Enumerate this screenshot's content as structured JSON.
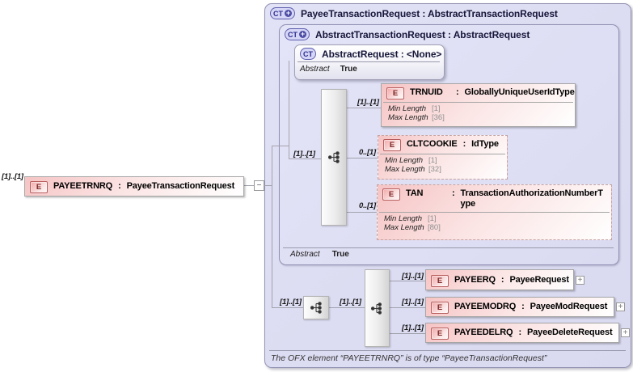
{
  "ui": {
    "colon": ":",
    "collapse": "−",
    "expand": "+"
  },
  "left_element": {
    "cardinality": "[1]..[1]",
    "badge": "E",
    "name": "PAYEETRNRQ",
    "type": "PayeeTransactionRequest"
  },
  "outer_type": {
    "badge": "CT",
    "title": "PayeeTransactionRequest : AbstractTransactionRequest",
    "footer": "The OFX element “PAYEETRNRQ” is of type “PayeeTransactionRequest”"
  },
  "middle_type": {
    "badge": "CT",
    "title": "AbstractTransactionRequest : AbstractRequest",
    "abstract_label": "Abstract",
    "abstract_value": "True"
  },
  "base_type": {
    "badge": "CT",
    "title": "AbstractRequest : <None>",
    "abstract_label": "Abstract",
    "abstract_value": "True"
  },
  "sequence": {
    "in_cardinality": "[1]..[1]",
    "elements": [
      {
        "cardinality": "[1]..[1]",
        "badge": "E",
        "name": "TRNUID",
        "type": "GloballyUniqueUserIdType",
        "constraints": [
          {
            "label": "Min Length",
            "value": "[1]"
          },
          {
            "label": "Max Length",
            "value": "[36]"
          }
        ]
      },
      {
        "cardinality": "0..[1]",
        "badge": "E",
        "name": "CLTCOOKIE",
        "type": "IdType",
        "constraints": [
          {
            "label": "Min Length",
            "value": "[1]"
          },
          {
            "label": "Max Length",
            "value": "[32]"
          }
        ]
      },
      {
        "cardinality": "0..[1]",
        "badge": "E",
        "name": "TAN",
        "type": "TransactionAuthorizationNumberType",
        "constraints": [
          {
            "label": "Min Length",
            "value": "[1]"
          },
          {
            "label": "Max Length",
            "value": "[80]"
          }
        ]
      }
    ]
  },
  "choice": {
    "in_cardinality": "[1]..[1]",
    "link_cardinality": "[1]..[1]",
    "elements": [
      {
        "cardinality": "[1]..[1]",
        "badge": "E",
        "name": "PAYEERQ",
        "type": "PayeeRequest"
      },
      {
        "cardinality": "[1]..[1]",
        "badge": "E",
        "name": "PAYEEMODRQ",
        "type": "PayeeModRequest"
      },
      {
        "cardinality": "[1]..[1]",
        "badge": "E",
        "name": "PAYEEDELRQ",
        "type": "PayeeDeleteRequest"
      }
    ]
  }
}
